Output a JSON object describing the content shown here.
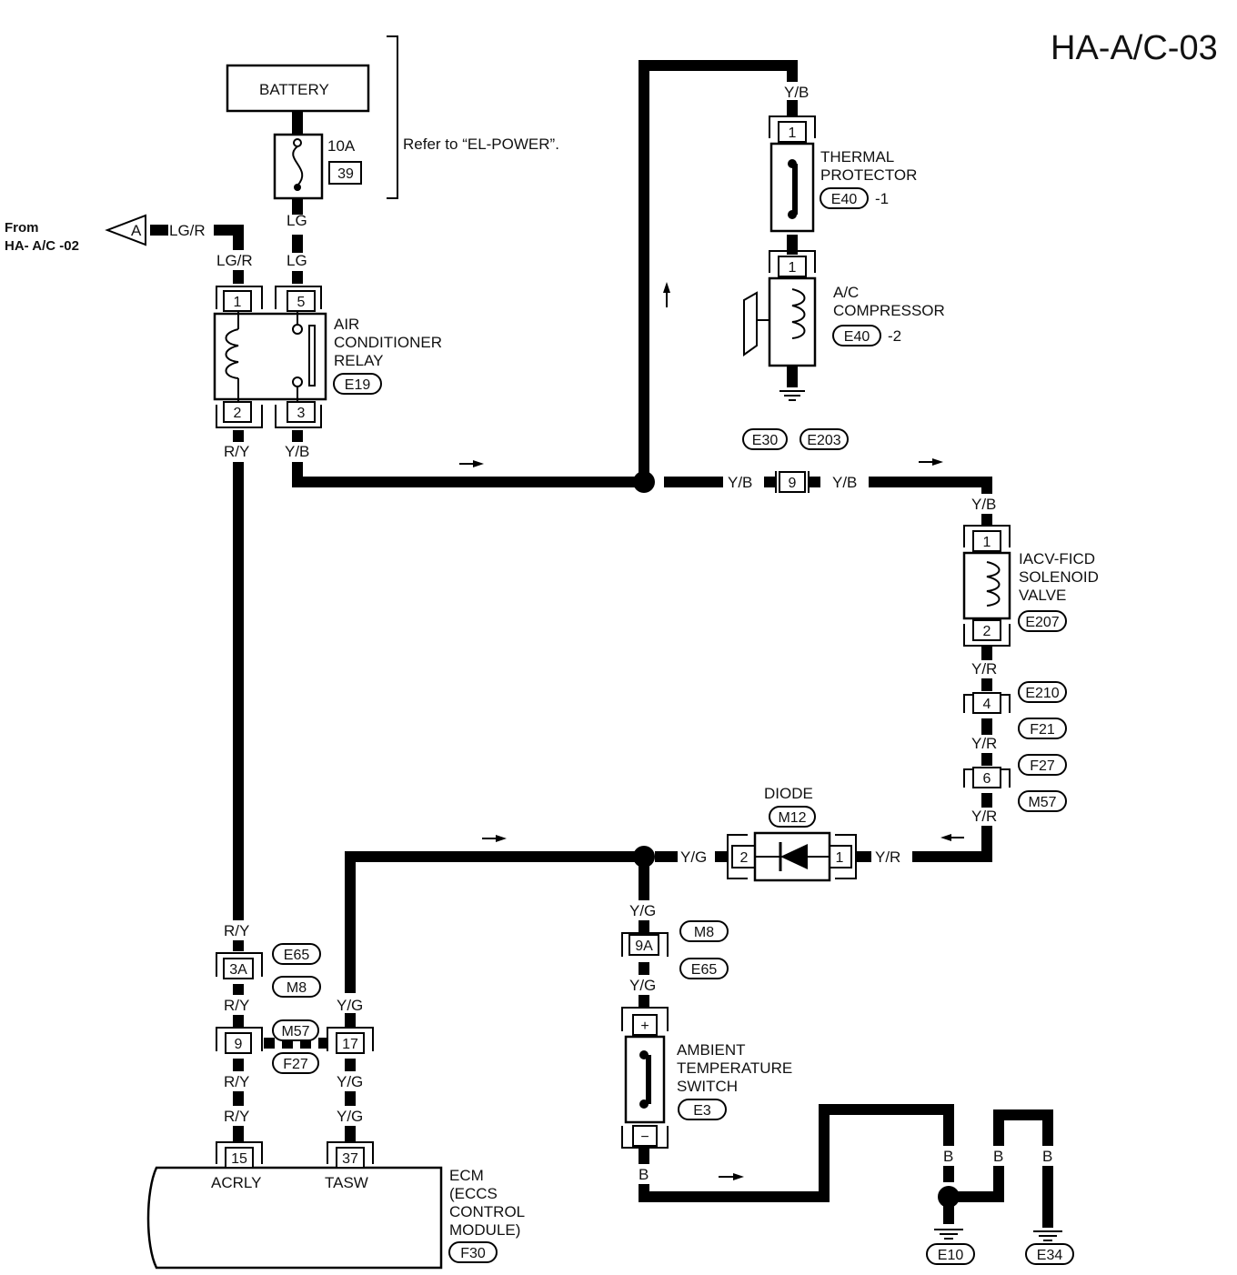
{
  "title": "HA-A/C-03",
  "battery": {
    "label": "BATTERY"
  },
  "fuse": {
    "rating": "10A",
    "number": "39"
  },
  "refer_note": "Refer to “EL-POWER”.",
  "from_ref": {
    "line1": "From",
    "line2": "HA- A/C -02",
    "connector_letter": "A",
    "wire": "LG/R"
  },
  "relay": {
    "name_lines": [
      "AIR",
      "CONDITIONER",
      "RELAY"
    ],
    "connector": "E19",
    "pins": {
      "p1": "1",
      "p5": "5",
      "p2": "2",
      "p3": "3"
    }
  },
  "thermal_protector": {
    "name_lines": [
      "THERMAL",
      "PROTECTOR"
    ],
    "connector": "E40",
    "suffix": "-1",
    "pin": "1"
  },
  "compressor": {
    "name_lines": [
      "A/C",
      "COMPRESSOR"
    ],
    "connector": "E40",
    "suffix": "-2",
    "pin": "1"
  },
  "junction_9": {
    "pin": "9",
    "connectors": [
      "E30",
      "E203"
    ]
  },
  "iacv": {
    "name_lines": [
      "IACV-FICD",
      "SOLENOID",
      "VALVE"
    ],
    "connector": "E207",
    "pins": [
      "1",
      "2"
    ]
  },
  "joint_4": {
    "pin": "4",
    "connectors": [
      "E210",
      "F21"
    ]
  },
  "joint_6": {
    "pin": "6",
    "connectors": [
      "F27",
      "M57"
    ]
  },
  "diode": {
    "label": "DIODE",
    "connector": "M12",
    "pins": [
      "2",
      "1"
    ]
  },
  "joint_9a": {
    "pin": "9A",
    "connectors": [
      "M8",
      "E65"
    ]
  },
  "ambient_switch": {
    "name_lines": [
      "AMBIENT",
      "TEMPERATURE",
      "SWITCH"
    ],
    "connector": "E3",
    "plus": "+",
    "minus": "−"
  },
  "joint_3a": {
    "pin": "3A",
    "connectors": [
      "E65",
      "M8"
    ]
  },
  "joint_9_17": {
    "pin_left": "9",
    "pin_right": "17",
    "connectors": [
      "M57",
      "F27"
    ]
  },
  "ecm": {
    "name_lines": [
      "ECM",
      "(ECCS",
      "CONTROL",
      "MODULE)"
    ],
    "connector": "F30",
    "pins": [
      "15",
      "37"
    ],
    "terminals": [
      "ACRLY",
      "TASW"
    ]
  },
  "grounds": {
    "connectors": [
      "E10",
      "E34"
    ]
  },
  "wire_colors": {
    "lg": "LG",
    "lgr": "LG/R",
    "ry": "R/Y",
    "yb": "Y/B",
    "yr": "Y/R",
    "yg": "Y/G",
    "b": "B"
  }
}
